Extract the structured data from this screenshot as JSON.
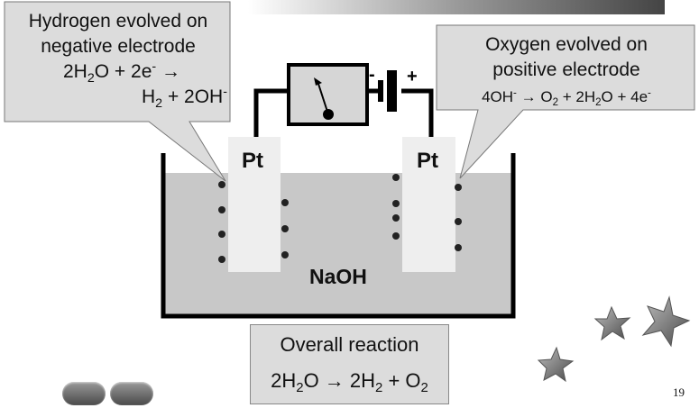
{
  "callout_left": {
    "line1": "Hydrogen evolved on",
    "line2": "negative electrode",
    "eq1_parts": [
      "2H",
      "2",
      "O + 2e",
      "-",
      " →"
    ],
    "eq2_parts": [
      "H",
      "2",
      " + 2OH",
      "-"
    ]
  },
  "callout_right": {
    "line1": "Oxygen evolved on",
    "line2": "positive electrode",
    "eq_parts": [
      "4OH",
      "-",
      " → O",
      "2",
      " + 2H",
      "2",
      "O + 4e",
      "-"
    ]
  },
  "battery": {
    "minus": "-",
    "plus": "+"
  },
  "electrodes": {
    "left_label": "Pt",
    "right_label": "Pt"
  },
  "electrolyte": "NaOH",
  "overall": {
    "title": "Overall reaction",
    "eq_parts": [
      "2H",
      "2",
      "O → 2H",
      "2",
      " + O",
      "2"
    ]
  },
  "page_number": "19",
  "colors": {
    "callout_fill": "#dcdcdc",
    "solution": "#c8c8c8",
    "electrode": "#eeeeee",
    "bubble": "#222222"
  },
  "icons": [
    "star-icon",
    "star-icon",
    "star-icon",
    "nav-back-icon",
    "nav-forward-icon",
    "meter-icon",
    "battery-icon"
  ]
}
